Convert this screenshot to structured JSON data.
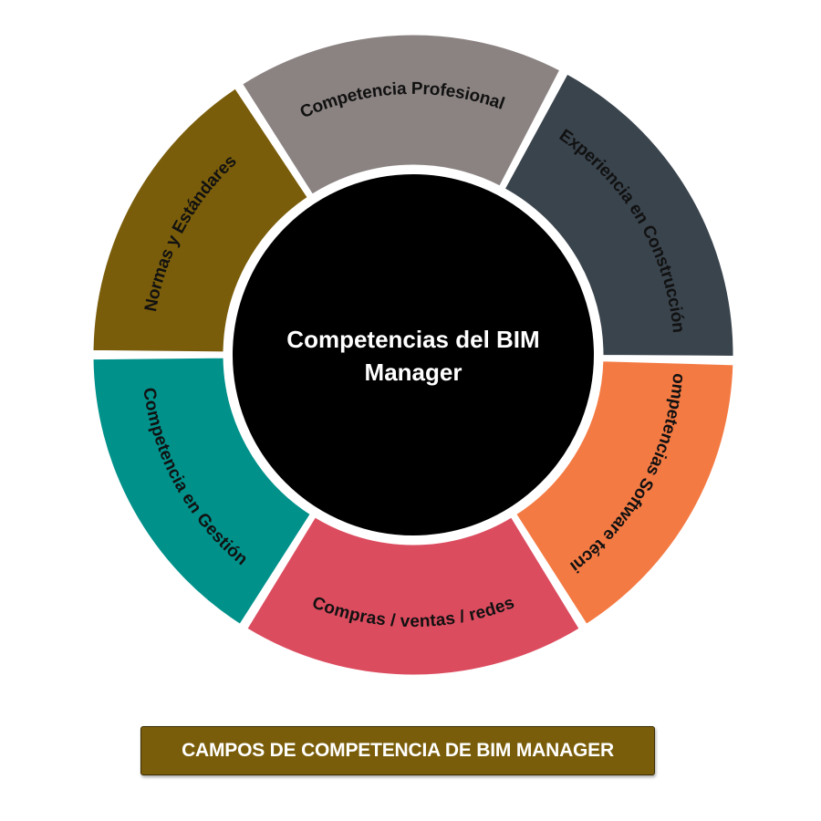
{
  "diagram": {
    "center_title_lines": [
      "Competencias del BIM",
      "Manager"
    ],
    "segments": [
      {
        "id": "competencia-profesional",
        "label": "Competencia Profesional",
        "color": "#8b8382"
      },
      {
        "id": "experiencia-en-construccion",
        "label": "Experiencia en Construcción",
        "color": "#3a444d"
      },
      {
        "id": "competencias-software-tecnico",
        "label": "Competencias Software técnico",
        "color": "#f47a43"
      },
      {
        "id": "compras-ventas-redes",
        "label": "Compras / ventas / redes",
        "color": "#dc4c5f"
      },
      {
        "id": "competencia-en-gestion",
        "label": "Competencia en Gestión",
        "color": "#00918a"
      },
      {
        "id": "normas-y-estandares",
        "label": "Normas y Estándares",
        "color": "#7a5d0a"
      }
    ],
    "center_color": "#000000"
  },
  "caption": {
    "text": "CAMPOS DE COMPETENCIA DE BIM MANAGER",
    "color": "#7a5d0a"
  }
}
